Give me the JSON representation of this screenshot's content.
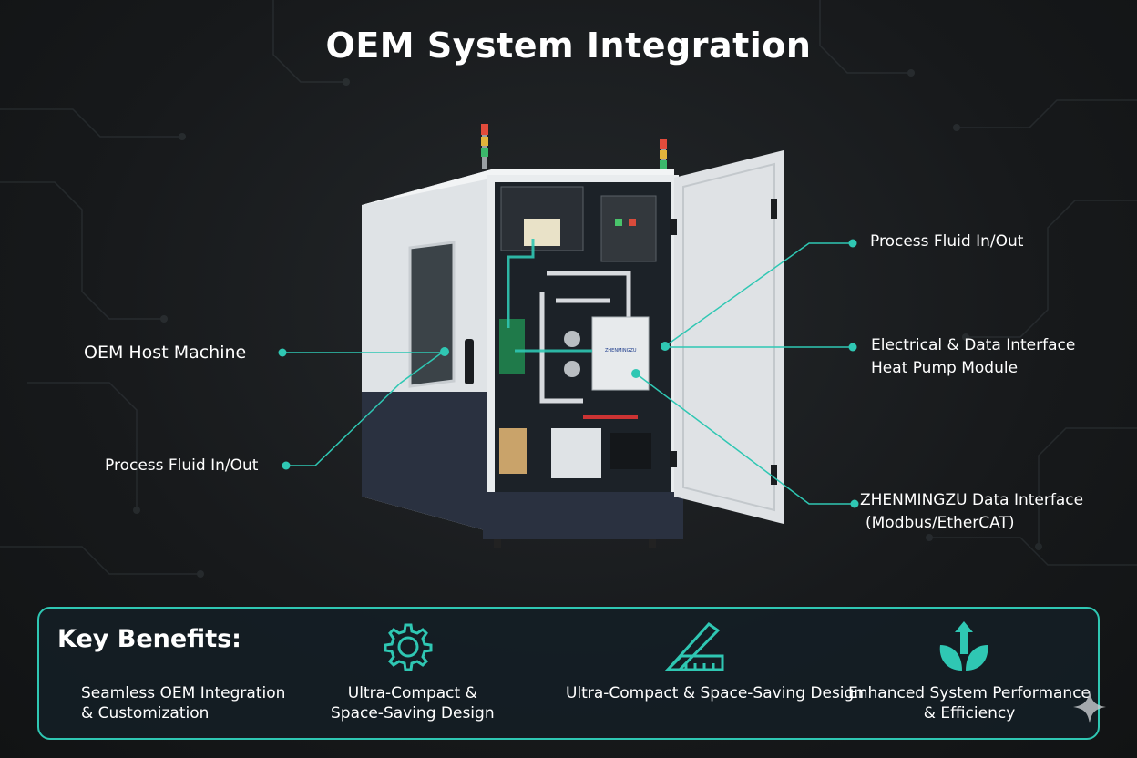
{
  "title": "OEM System Integration",
  "labels": {
    "oem_host": "OEM Host Machine",
    "fluid_left": "Process Fluid In/Out",
    "fluid_right": "Process Fluid In/Out",
    "electrical_1": "Electrical & Data Interface",
    "electrical_2": "Heat Pump Module",
    "zhen_1": "ZHENMINGZU Data Interface",
    "zhen_2": "(Modbus/EtherCAT)",
    "module_plate": "ZHENMINGZU"
  },
  "benefits": {
    "title": "Key Benefits:",
    "items": [
      "Seamless OEM Integration\n& Customization",
      "Ultra-Compact &\nSpace-Saving Design",
      "Ultra-Compact & Space-Saving Design",
      "Enhanced System Performance\n& Efficiency"
    ],
    "icons": [
      "gear-icon",
      "ruler-set-square-icon",
      "leaf-growth-arrow-icon"
    ]
  },
  "colors": {
    "accent": "#2fc7b3",
    "background": "#17191b",
    "cabinet": "#e9ecee",
    "cabinet_base": "#2a3140"
  }
}
